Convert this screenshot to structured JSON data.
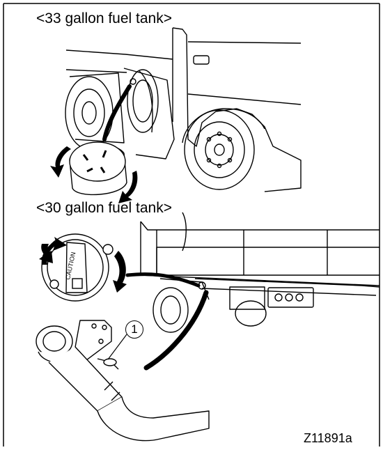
{
  "figure": {
    "label_33": "<33 gallon fuel tank>",
    "label_30": "<30 gallon fuel tank>",
    "callout_1": "1",
    "figure_code": "Z11891a",
    "caution_text": "CAUTION"
  }
}
